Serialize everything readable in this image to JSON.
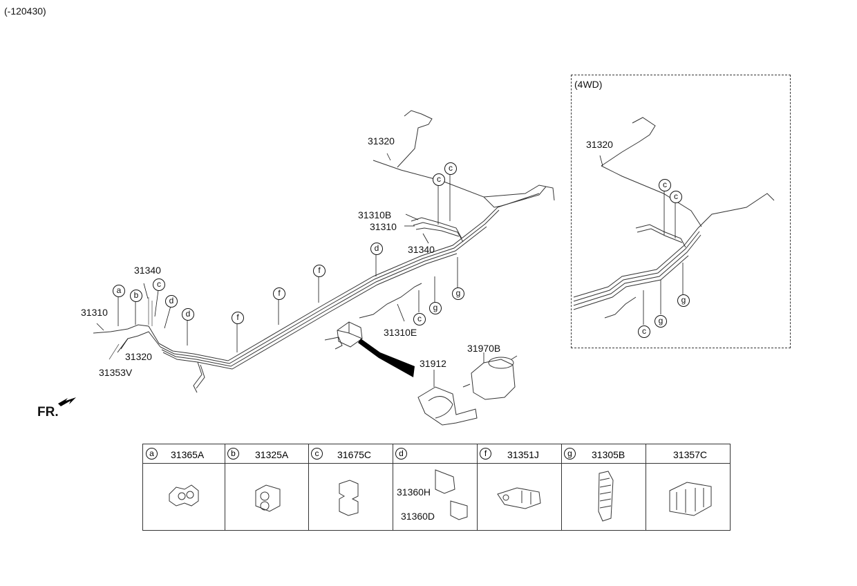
{
  "header": {
    "code": "(-120430)"
  },
  "diagram": {
    "box_4wd_title": "(4WD)",
    "front_indicator": "FR.",
    "main_labels": {
      "l31320_top": "31320",
      "l31310B": "31310B",
      "l31310_mid": "31310",
      "l31340_mid": "31340",
      "l31340_left": "31340",
      "l31310_left": "31310",
      "l31320_left": "31320",
      "l31353V": "31353V",
      "l31310E": "31310E",
      "l31912": "31912",
      "l31970B": "31970B"
    },
    "box_labels": {
      "l31320": "31320"
    },
    "callouts": {
      "a": "a",
      "b": "b",
      "c": "c",
      "d": "d",
      "f": "f",
      "g": "g"
    }
  },
  "parts_table": {
    "columns": [
      {
        "letter": "a",
        "code": "31365A"
      },
      {
        "letter": "b",
        "code": "31325A"
      },
      {
        "letter": "c",
        "code": "31675C"
      },
      {
        "letter": "d",
        "code": "",
        "sub_codes": [
          "31360H",
          "31360D"
        ]
      },
      {
        "letter": "f",
        "code": "31351J"
      },
      {
        "letter": "g",
        "code": "31305B"
      },
      {
        "letter": "",
        "code": "31357C"
      }
    ]
  },
  "colors": {
    "line": "#333333",
    "background": "#ffffff"
  }
}
